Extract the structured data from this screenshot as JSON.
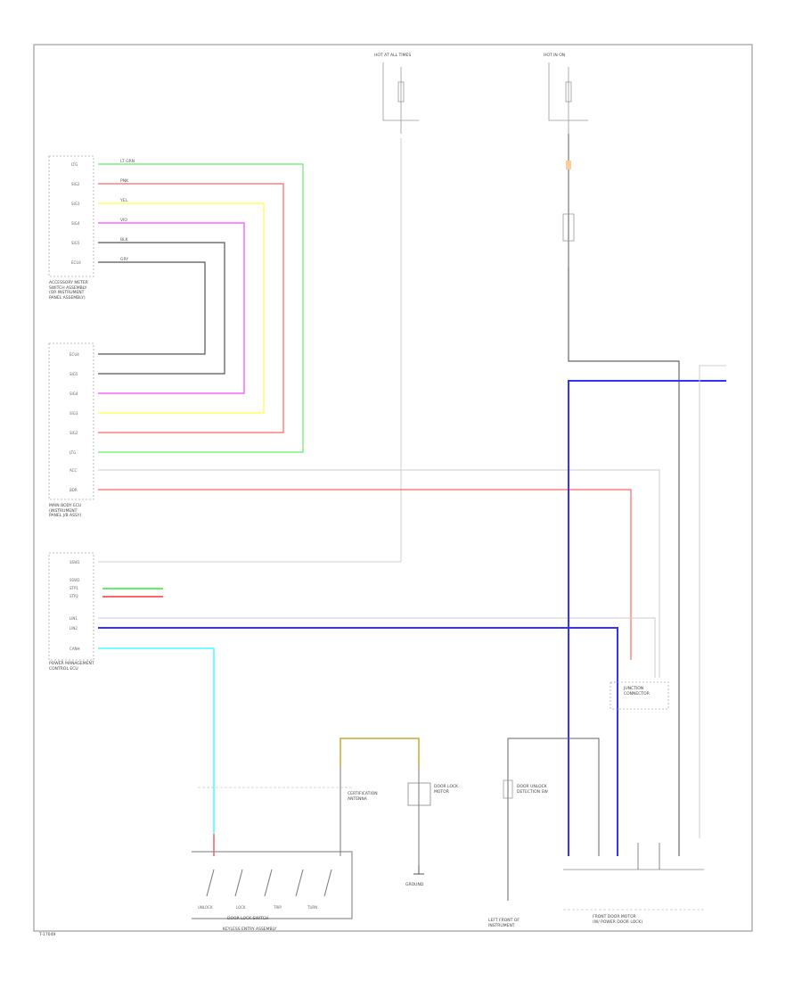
{
  "page_note": "T-17049",
  "colors": {
    "frame": "#888888",
    "wire_gray": "#9a9a9a",
    "wire_dark": "#555555",
    "lt_green": "#66ee66",
    "red": "#ff6666",
    "yellow": "#ffff44",
    "pink": "#ff44ff",
    "blue": "#3333ff",
    "cyan": "#44ffff",
    "gold": "#ccaa33"
  },
  "components": {
    "fuse_box_top": "HOT AT ALL TIMES",
    "fuse_box_right": "HOT IN ON",
    "ecu1": "ACCESSORY METER\nSWITCH ASSEMBLY\n(OR INSTRUMENT\nPANEL ASSEMBLY)",
    "ecu2": "MAIN BODY ECU\n(INSTRUMENT\nPANEL J/B ASSY)",
    "ecu3": "POWER MANAGEMENT\nCONTROL ECU",
    "jbox_right": "JUNCTION\nCONNECTOR",
    "remote_ant": "CERTIFICATION\nANTENNA",
    "door_unlock": "DOOR UNLOCK\nDETECTION SW",
    "door_lock": "DOOR LOCK\nMOTOR",
    "sw_group": "DOOR LOCK SWITCH",
    "sw_group2": "KEYLESS ENTRY ASSEMBLY",
    "ground_left": "GROUND",
    "ground_mid": "LEFT FRONT OF\nINSTRUMENT",
    "bottom_right": "FRONT DOOR MOTOR\n(W/ POWER DOOR LOCK)"
  },
  "pins_ecu1": [
    "LTG",
    "SIG2",
    "SIG3",
    "SIG4",
    "SIG5",
    "ECU4"
  ],
  "wires_ecu1": [
    "LT GRN",
    "PNK",
    "YEL",
    "VIO",
    "BLK",
    "GRY"
  ],
  "pins_ecu2": [
    "ECU4",
    "SIG5",
    "SIG4",
    "SIG3",
    "SIG2",
    "LTG",
    "ACC",
    "BDR"
  ],
  "pins_ecu3": [
    "SSW1",
    "SSW2",
    "STP1",
    "STP2",
    "LIN1",
    "LIN2",
    "CANH"
  ],
  "switches": [
    "UNLOCK",
    "LOCK",
    "TRIP",
    "TURN"
  ]
}
